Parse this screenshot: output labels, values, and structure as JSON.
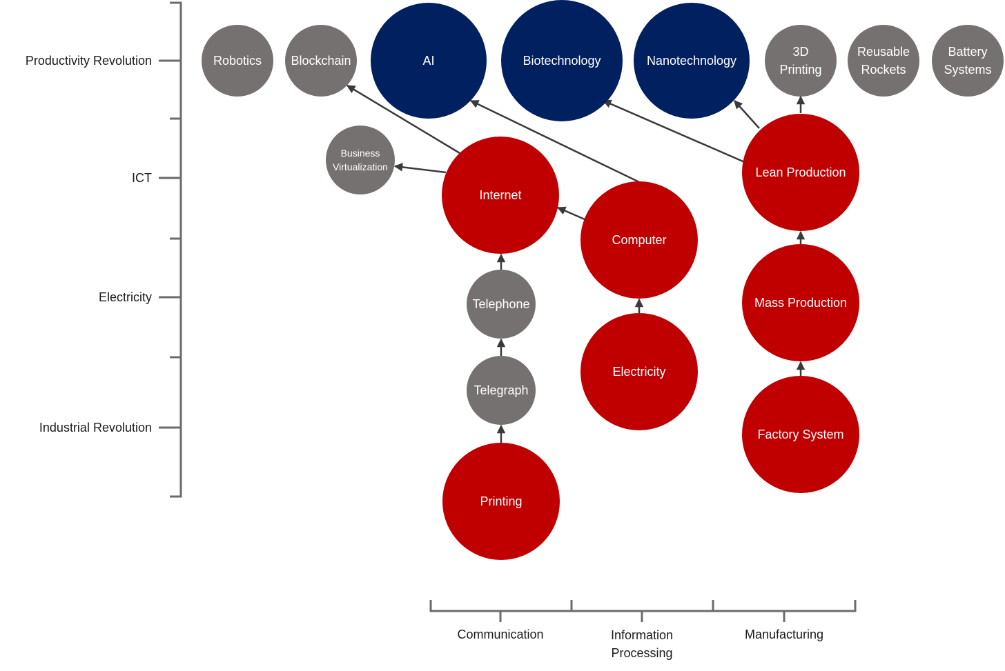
{
  "colors": {
    "red": "#c00000",
    "navy": "#002060",
    "gray": "#767171",
    "edge": "#3a3a3a",
    "bracket": "#6b6b6b"
  },
  "eras": [
    "Productivity Revolution",
    "ICT",
    "Electricity",
    "Industrial Revolution"
  ],
  "domains": [
    [
      "Communication"
    ],
    [
      "Information",
      "Processing"
    ],
    [
      "Manufacturing"
    ]
  ],
  "nodes": {
    "robotics": {
      "lines": [
        "Robotics"
      ],
      "color": "gray"
    },
    "blockchain": {
      "lines": [
        "Blockchain"
      ],
      "color": "gray"
    },
    "ai": {
      "lines": [
        "AI"
      ],
      "color": "navy"
    },
    "biotech": {
      "lines": [
        "Biotechnology"
      ],
      "color": "navy"
    },
    "nanotech": {
      "lines": [
        "Nanotechnology"
      ],
      "color": "navy"
    },
    "print3d": {
      "lines": [
        "3D",
        "Printing"
      ],
      "color": "gray"
    },
    "rockets": {
      "lines": [
        "Reusable",
        "Rockets"
      ],
      "color": "gray"
    },
    "battery": {
      "lines": [
        "Battery",
        "Systems"
      ],
      "color": "gray"
    },
    "bizvirt": {
      "lines": [
        "Business",
        "Virtualization"
      ],
      "color": "gray"
    },
    "internet": {
      "lines": [
        "Internet"
      ],
      "color": "red"
    },
    "computer": {
      "lines": [
        "Computer"
      ],
      "color": "red"
    },
    "lean": {
      "lines": [
        "Lean Production"
      ],
      "color": "red"
    },
    "telephone": {
      "lines": [
        "Telephone"
      ],
      "color": "gray"
    },
    "electricity": {
      "lines": [
        "Electricity"
      ],
      "color": "red"
    },
    "mass": {
      "lines": [
        "Mass Production"
      ],
      "color": "red"
    },
    "telegraph": {
      "lines": [
        "Telegraph"
      ],
      "color": "gray"
    },
    "factory": {
      "lines": [
        "Factory System"
      ],
      "color": "red"
    },
    "printing": {
      "lines": [
        "Printing"
      ],
      "color": "red"
    }
  },
  "edges": [
    [
      "printing",
      "telegraph"
    ],
    [
      "telegraph",
      "telephone"
    ],
    [
      "telephone",
      "internet"
    ],
    [
      "internet",
      "bizvirt"
    ],
    [
      "internet",
      "blockchain"
    ],
    [
      "computer",
      "internet"
    ],
    [
      "computer",
      "ai"
    ],
    [
      "electricity",
      "computer"
    ],
    [
      "lean",
      "biotech"
    ],
    [
      "lean",
      "nanotech"
    ],
    [
      "lean",
      "print3d"
    ],
    [
      "mass",
      "lean"
    ],
    [
      "factory",
      "mass"
    ]
  ]
}
